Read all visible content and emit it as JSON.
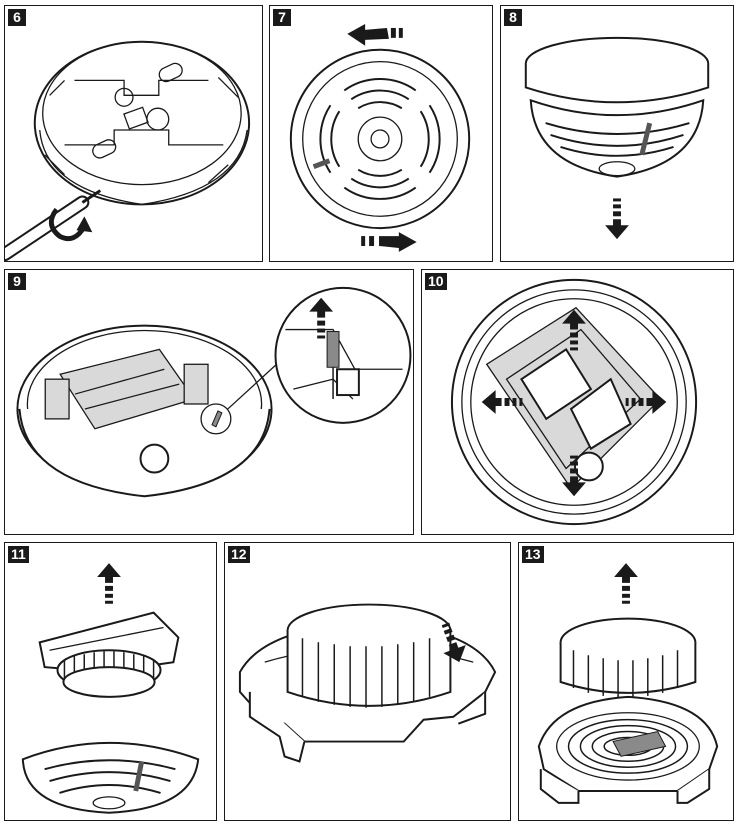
{
  "steps": [
    {
      "label": "6"
    },
    {
      "label": "7"
    },
    {
      "label": "8"
    },
    {
      "label": "9"
    },
    {
      "label": "10"
    },
    {
      "label": "11"
    },
    {
      "label": "12"
    },
    {
      "label": "13"
    }
  ],
  "icons": {
    "rotate": "curved-rotate-arrow-icon",
    "move": "dashed-direction-arrow-icon",
    "screwdriver": "screwdriver-icon"
  },
  "colors": {
    "line": "#1a1a1a",
    "background": "#ffffff",
    "badge": "#1a1a1a",
    "shade": "#d9d9d9"
  }
}
